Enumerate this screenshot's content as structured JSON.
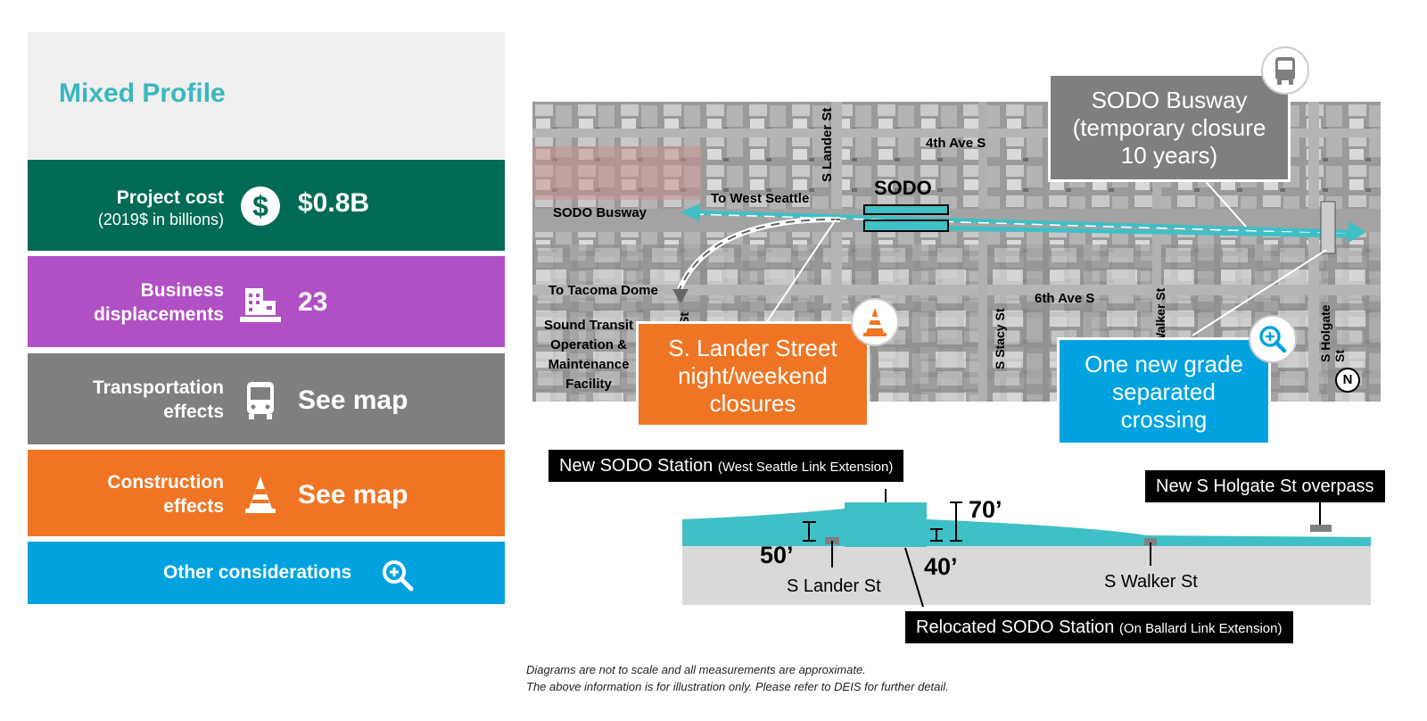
{
  "profile": {
    "title": "Mixed Profile"
  },
  "metrics": {
    "cost": {
      "label_line1": "Project cost",
      "label_line2": "(2019$ in billions)",
      "value": "$0.8B",
      "icon": "dollar-icon"
    },
    "business": {
      "label_line1": "Business",
      "label_line2": "displacements",
      "value": "23",
      "icon": "building-icon"
    },
    "transportation": {
      "label_line1": "Transportation",
      "label_line2": "effects",
      "value": "See map",
      "icon": "bus-icon"
    },
    "construction": {
      "label_line1": "Construction",
      "label_line2": "effects",
      "value": "See map",
      "icon": "cone-icon"
    },
    "other": {
      "label": "Other considerations",
      "icon": "zoom-icon"
    }
  },
  "colors": {
    "title_bg": "#efefef",
    "title_text": "#3ab7bf",
    "cost": "#006b54",
    "business": "#b150c4",
    "transportation": "#7f7f7f",
    "construction": "#ef7524",
    "other": "#00a3e0",
    "guideway": "#3fbfc6"
  },
  "map": {
    "streets": {
      "lander_top": "S Lander St",
      "fourth_ave": "4th Ave S",
      "sixth_ave": "6th Ave S",
      "stacy": "S Stacy St",
      "walker": "Walker St",
      "holgate": "S Holgate St",
      "lander_partial": "St"
    },
    "places": {
      "sodo": "SODO",
      "to_west_seattle": "To West Seattle",
      "sodo_busway": "SODO Busway",
      "to_tacoma": "To Tacoma Dome",
      "facility_1": "Sound Transit",
      "facility_2": "Operation &",
      "facility_3": "Maintenance",
      "facility_4": "Facility"
    },
    "north": "N",
    "callouts": {
      "busway": {
        "line1": "SODO Busway",
        "line2": "(temporary closure",
        "line3": "10 years)",
        "icon": "bus-icon"
      },
      "lander": {
        "line1": "S. Lander Street",
        "line2": "night/weekend",
        "line3": "closures",
        "icon": "cone-icon"
      },
      "crossing": {
        "line1": "One new grade",
        "line2": "separated",
        "line3": "crossing",
        "icon": "zoom-icon"
      }
    }
  },
  "profile_diagram": {
    "new_station": {
      "main": "New SODO Station",
      "sub": "(West Seattle Link Extension)"
    },
    "relocated_station": {
      "main": "Relocated SODO Station",
      "sub": "(On Ballard Link Extension)"
    },
    "overpass": "New S Holgate St overpass",
    "dims": {
      "h70": "70’",
      "h50": "50’",
      "h40": "40’"
    },
    "streets": {
      "lander": "S Lander St",
      "walker": "S Walker St"
    }
  },
  "notes": {
    "line1": "Diagrams are not to scale and all measurements are approximate.",
    "line2": "The above information is for illustration only. Please refer to DEIS for further detail."
  }
}
